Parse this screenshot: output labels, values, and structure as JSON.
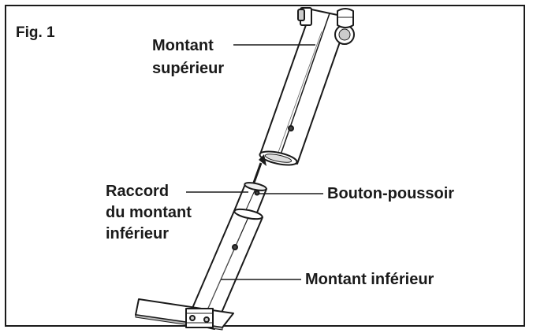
{
  "figure": {
    "label": "Fig. 1"
  },
  "labels": {
    "upper_post_line1": "Montant",
    "upper_post_line2": "supérieur",
    "connector_line1": "Raccord",
    "connector_line2": "du montant",
    "connector_line3": "inférieur",
    "push_button": "Bouton-poussoir",
    "lower_post": "Montant inférieur"
  }
}
